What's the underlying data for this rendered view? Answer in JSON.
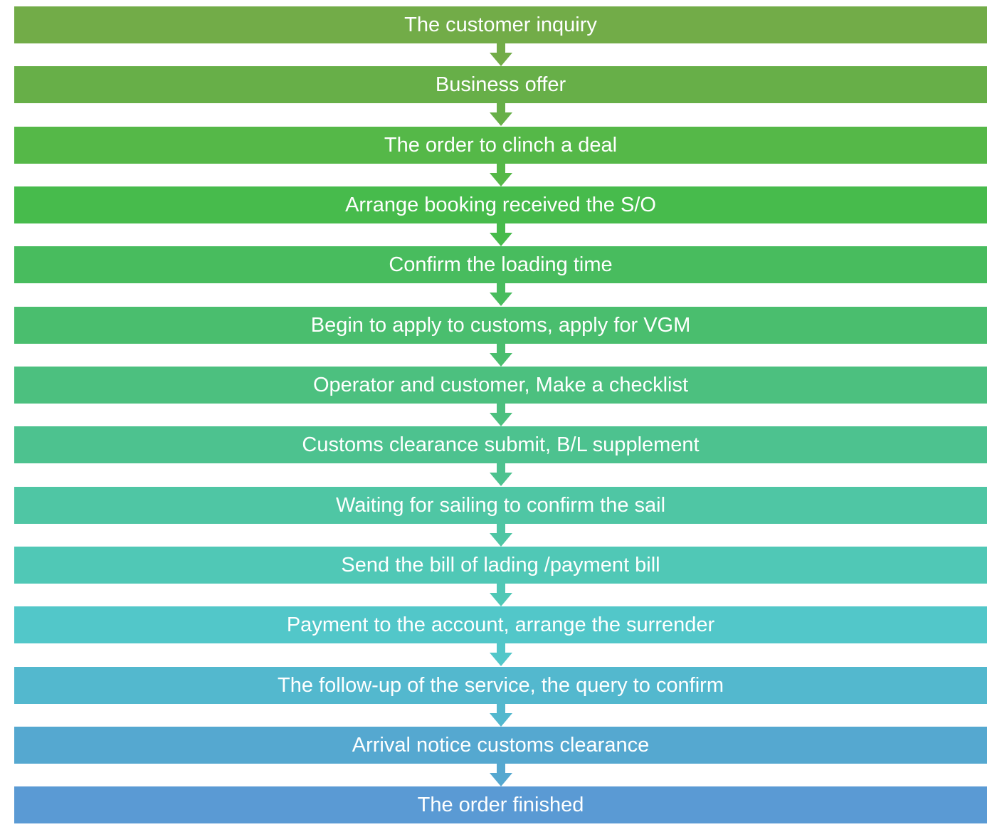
{
  "flowchart": {
    "steps": [
      {
        "label": "The customer inquiry",
        "color": "#72AC48"
      },
      {
        "label": "Business offer",
        "color": "#67AF48"
      },
      {
        "label": "The order to clinch a deal",
        "color": "#55B848"
      },
      {
        "label": "Arrange booking received the S/O",
        "color": "#47BB4C"
      },
      {
        "label": "Confirm the loading time",
        "color": "#48BC5E"
      },
      {
        "label": "Begin to apply to customs, apply for VGM",
        "color": "#4ABE6E"
      },
      {
        "label": "Operator and customer, Make a checklist",
        "color": "#4CC07F"
      },
      {
        "label": "Customs clearance submit, B/L supplement",
        "color": "#4DC28F"
      },
      {
        "label": "Waiting for sailing to confirm the sail",
        "color": "#4FC6A4"
      },
      {
        "label": "Send the bill of lading /payment bill",
        "color": "#50C8B6"
      },
      {
        "label": "Payment to the account, arrange the surrender",
        "color": "#52C7C9"
      },
      {
        "label": "The follow-up of the service, the query to confirm",
        "color": "#53B8CE"
      },
      {
        "label": "Arrival notice customs clearance",
        "color": "#55A8D0"
      },
      {
        "label": "The order finished",
        "color": "#5A9AD4"
      }
    ]
  }
}
